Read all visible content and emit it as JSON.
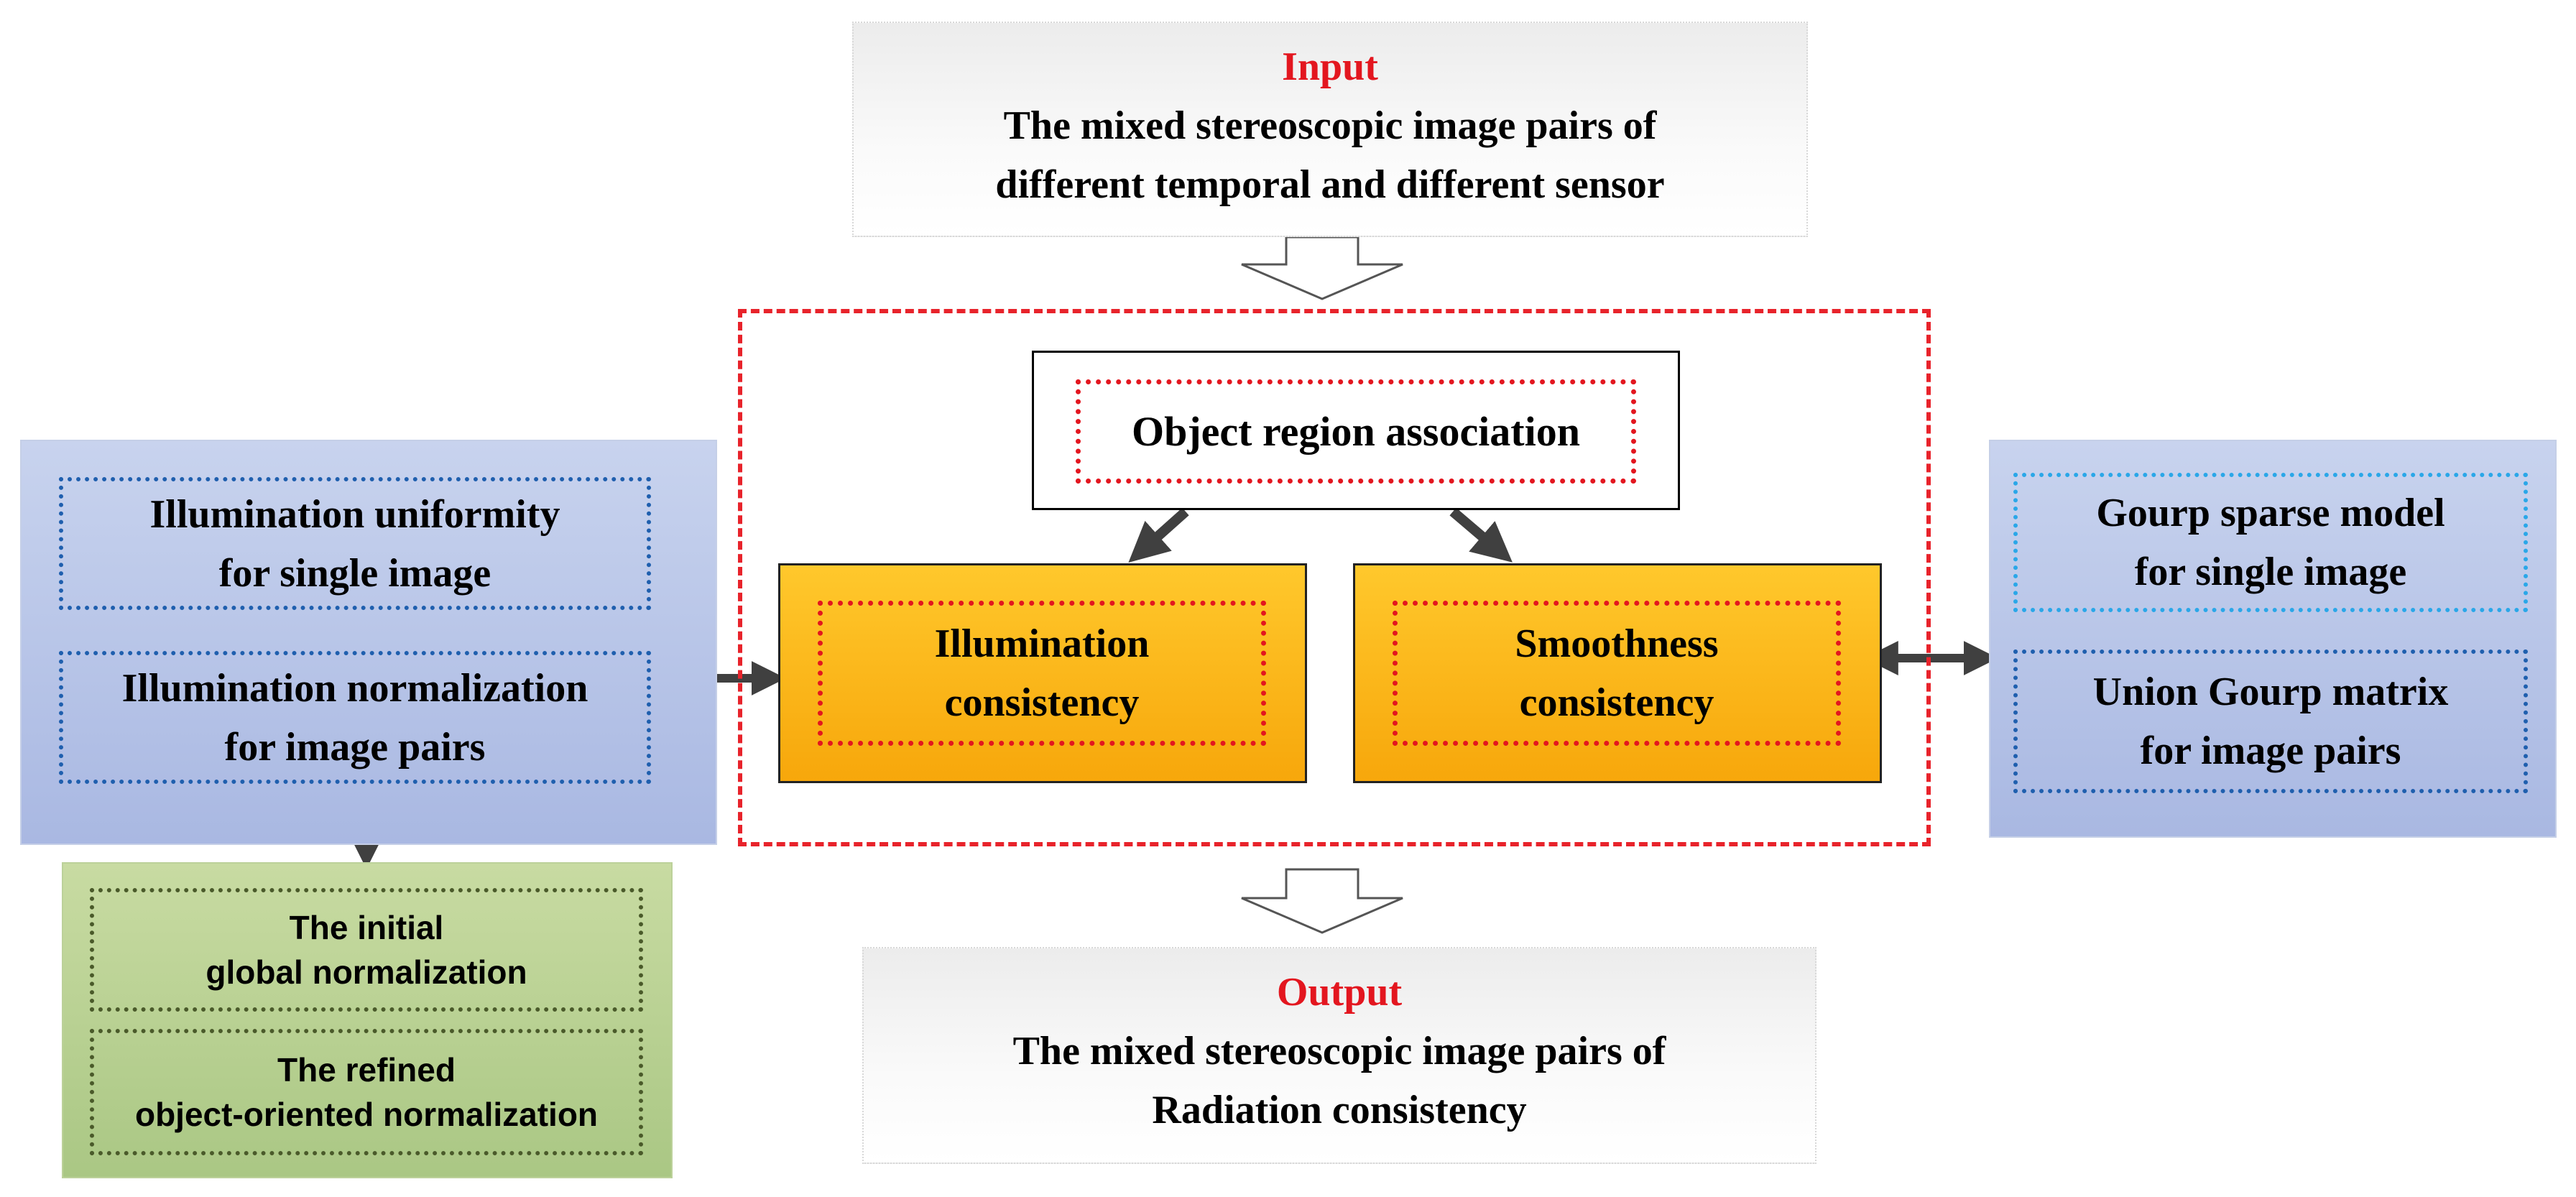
{
  "input": {
    "title": "Input",
    "line1": "The mixed stereoscopic image pairs of",
    "line2": "different temporal and different sensor"
  },
  "output": {
    "title": "Output",
    "line1": "The mixed stereoscopic image pairs of",
    "line2": "Radiation consistency"
  },
  "center": {
    "association": "Object region association",
    "illumination": {
      "line1": "Illumination",
      "line2": "consistency"
    },
    "smoothness": {
      "line1": "Smoothness",
      "line2": "consistency"
    }
  },
  "left_panel": {
    "uniformity": {
      "line1": "Illumination uniformity",
      "line2": "for single image"
    },
    "normalization": {
      "line1": "Illumination normalization",
      "line2": "for image pairs"
    }
  },
  "green_panel": {
    "initial": {
      "line1": "The initial",
      "line2": "global normalization"
    },
    "refined": {
      "line1": "The refined",
      "line2": "object-oriented  normalization"
    }
  },
  "right_panel": {
    "sparse": {
      "line1": "Gourp sparse model",
      "line2": "for single image"
    },
    "union": {
      "line1": "Union Gourp matrix",
      "line2": "for image pairs"
    }
  },
  "colors": {
    "accent_red": "#e3161f",
    "orange": "#f7a70b",
    "blue_panel": "#a9b8e2",
    "green_panel": "#aac784",
    "arrow": "#404040"
  }
}
